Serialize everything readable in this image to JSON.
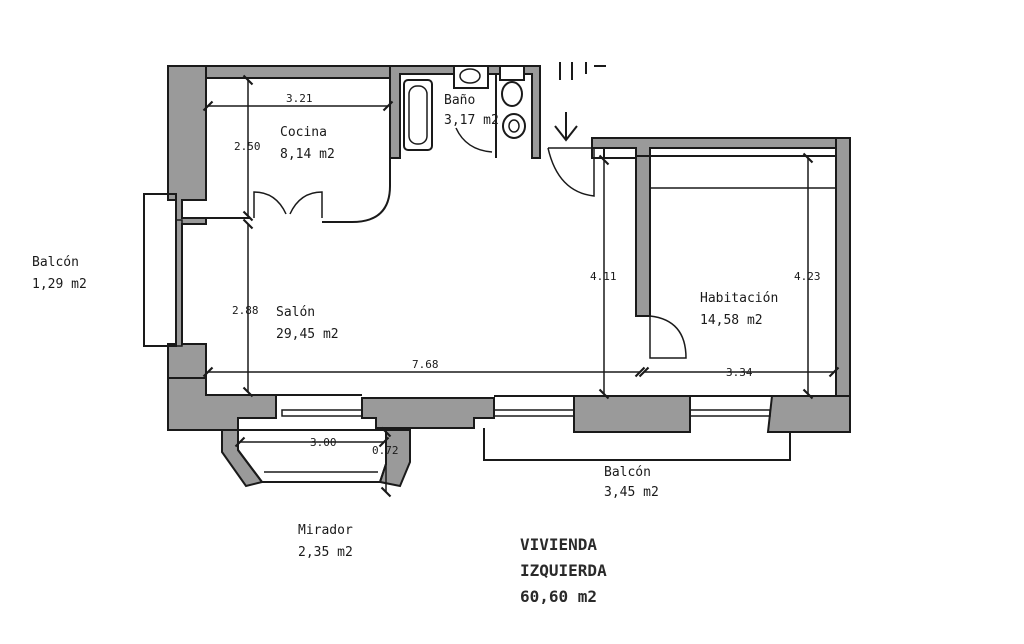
{
  "rooms": {
    "cocina": {
      "name": "Cocina",
      "area": "8,14 m2"
    },
    "bano": {
      "name": "Baño",
      "area": "3,17 m2"
    },
    "salon": {
      "name": "Salón",
      "area": "29,45 m2"
    },
    "habitacion": {
      "name": "Habitación",
      "area": "14,58 m2"
    },
    "balcon_left": {
      "name": "Balcón",
      "area": "1,29 m2"
    },
    "balcon_bottom": {
      "name": "Balcón",
      "area": "3,45 m2"
    },
    "mirador": {
      "name": "Mirador",
      "area": "2,35 m2"
    }
  },
  "dimensions": {
    "cocina_width": "3.21",
    "cocina_depth": "2.50",
    "salon_depth": "2.88",
    "salon_width": "7.68",
    "hall_depth": "4.11",
    "hab_depth": "4.23",
    "hab_width": "3.34",
    "mirador_width": "3.00",
    "mirador_depth": "0.72"
  },
  "title": {
    "line1": "VIVIENDA",
    "line2": "IZQUIERDA",
    "total": "60,60 m2"
  },
  "colors": {
    "wall": "#9a9a9a",
    "ink": "#1a1a1a"
  }
}
